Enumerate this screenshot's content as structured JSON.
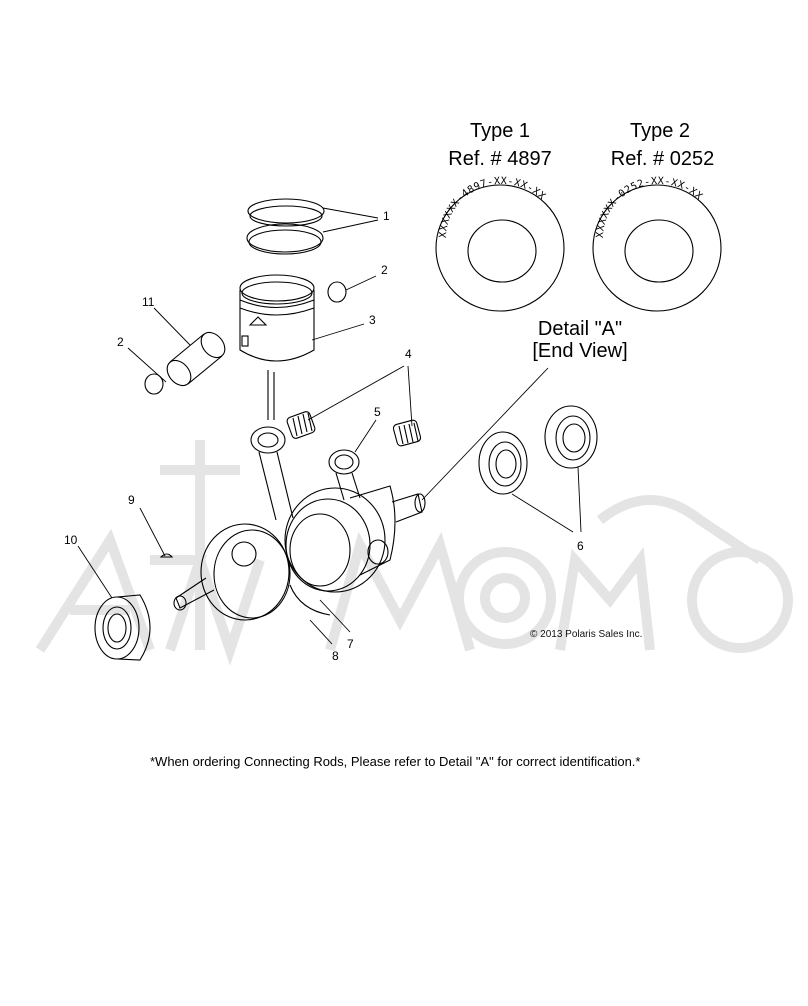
{
  "type1": {
    "title": "Type 1",
    "ref": "Ref. # 4897",
    "stamp": "XXXXXX-4897-XX-XX-XX"
  },
  "type2": {
    "title": "Type 2",
    "ref": "Ref. # 0252",
    "stamp": "XXXXXX-0252-XX-XX-XX"
  },
  "detail": {
    "line1": "Detail \"A\"",
    "line2": "[End View]"
  },
  "callouts": [
    "1",
    "2",
    "2",
    "3",
    "4",
    "5",
    "6",
    "7",
    "8",
    "9",
    "10",
    "11"
  ],
  "copyright": "© 2013 Polaris Sales Inc.",
  "note": "*When ordering Connecting Rods, Please refer to Detail \"A\" for correct identification.*",
  "watermark": {
    "icon": "motorcycle-watermark-icon",
    "color": "#e6e6e6"
  },
  "line_color": "#000000"
}
